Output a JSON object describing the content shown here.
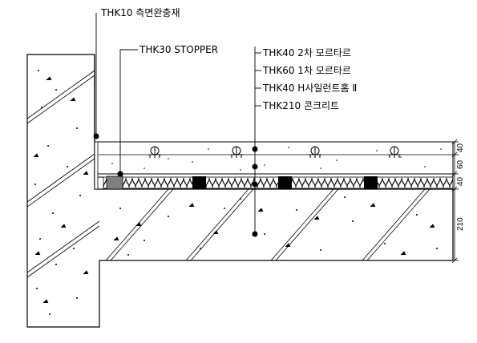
{
  "labels": {
    "side_cushion": "THK10 측면완충재",
    "stopper": "THK30 STOPPER",
    "mortar2": "THK40 2차 모르타르",
    "mortar1": "THK60 1차 모르타르",
    "insulation": "THK40 H사일런트홈 Ⅱ",
    "concrete": "THK210 콘크리트"
  },
  "dimensions": {
    "d40_top": "40",
    "d60": "60",
    "d40_bottom": "40",
    "d210": "210"
  },
  "colors": {
    "line": "#000000",
    "stopper": "#7f7f7f",
    "isolator": "#000000",
    "background": "#ffffff"
  },
  "icons": {
    "pipe": "heating-pipe-icon",
    "leader_dot": "leader-dot-icon"
  }
}
